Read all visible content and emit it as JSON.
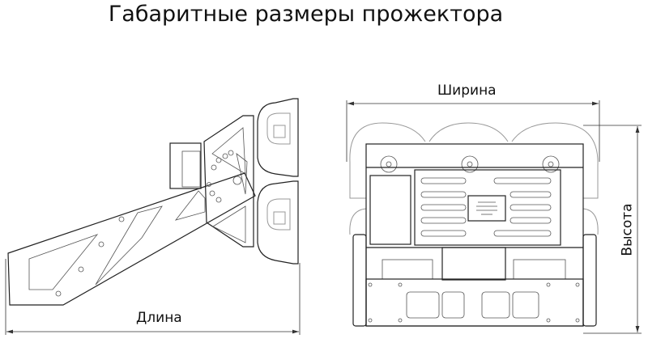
{
  "title": "Габаритные размеры прожектора",
  "dimensions": {
    "length": "Длина",
    "width": "Ширина",
    "height": "Высота"
  }
}
